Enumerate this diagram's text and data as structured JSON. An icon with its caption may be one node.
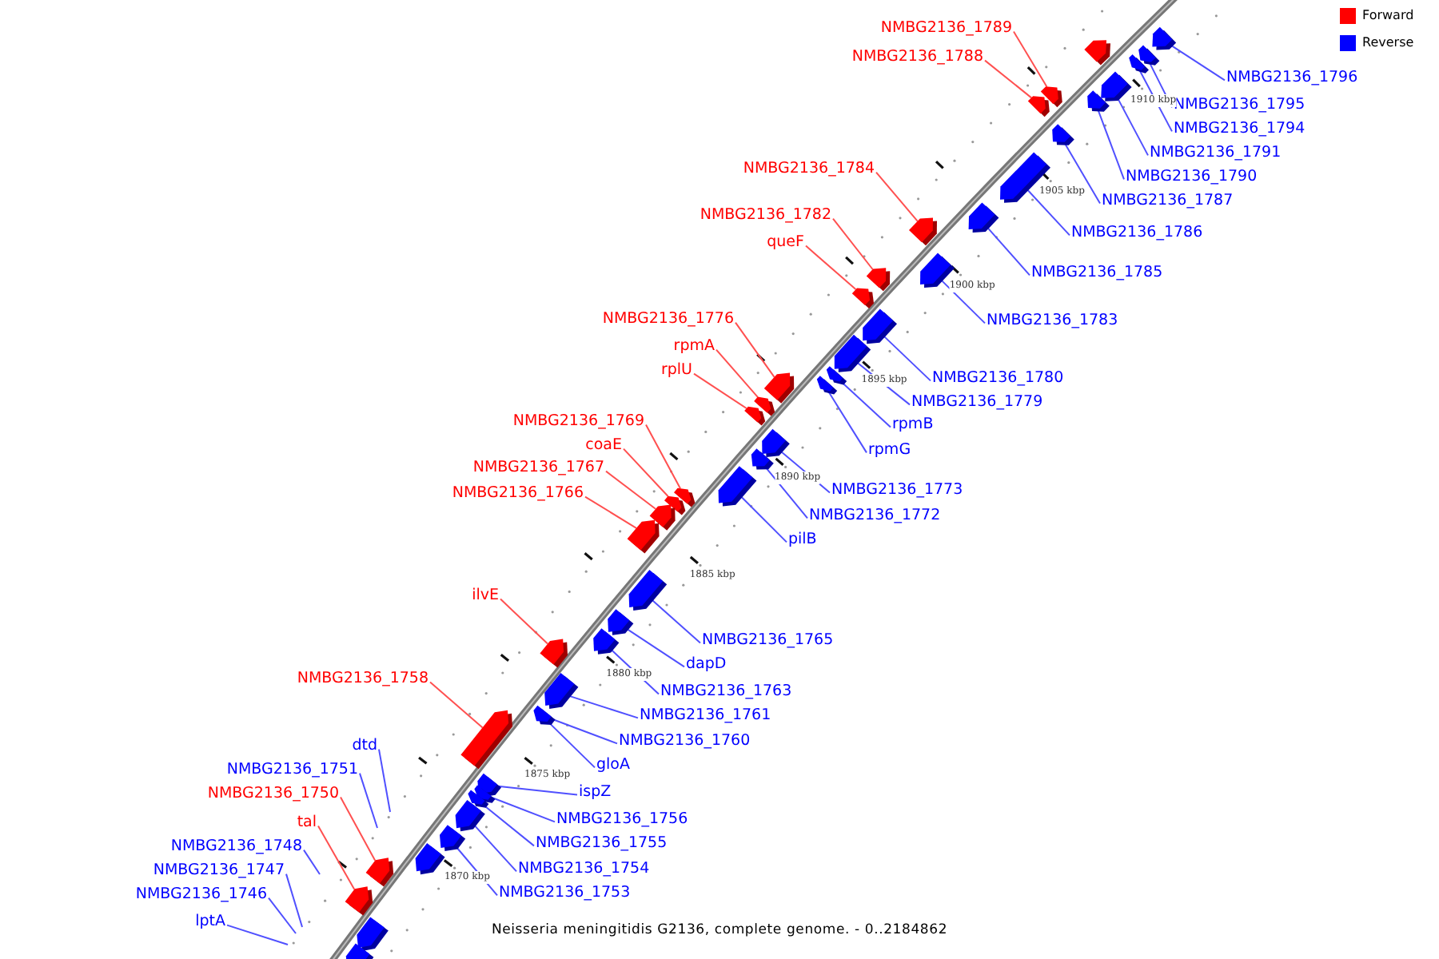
{
  "diagram": {
    "caption": "Neisseria meningitidis G2136, complete genome. - 0..2184862",
    "nodes": [
      {
        "text": [
          "NMBG2136_1789"
        ]
      },
      {
        "text": [
          "NMBG2136_1788"
        ]
      },
      {
        "text": [
          "NMBG2136_1796"
        ]
      },
      {
        "text": [
          "NMBG2136_1795"
        ]
      },
      {
        "text": [
          "NMBG2136_1794"
        ]
      },
      {
        "text": [
          "NMBG2136_1791"
        ]
      },
      {
        "text": [
          "NMBG2136_1784"
        ]
      },
      {
        "text": [
          "NMBG2136_1790"
        ]
      },
      {
        "text": [
          "NMBG2136_1787"
        ]
      },
      {
        "text": [
          "NMBG2136_1782"
        ]
      },
      {
        "text": [
          "NMBG2136_1786"
        ]
      },
      {
        "text": [
          "queF"
        ]
      },
      {
        "text": [
          "NMBG2136_1785"
        ]
      },
      {
        "text": [
          "NMBG2136_1776"
        ]
      },
      {
        "text": [
          "NMBG2136_1783"
        ]
      },
      {
        "text": [
          "rpmA"
        ]
      },
      {
        "text": [
          "rplU"
        ]
      },
      {
        "text": [
          "NMBG2136_1780"
        ]
      },
      {
        "text": [
          "NMBG2136_1779"
        ]
      },
      {
        "text": [
          "NMBG2136_1769"
        ]
      },
      {
        "text": [
          "rpmB"
        ]
      },
      {
        "text": [
          "coaE"
        ]
      },
      {
        "text": [
          "rpmG"
        ]
      },
      {
        "text": [
          "NMBG2136_1767"
        ]
      },
      {
        "text": [
          "NMBG2136_1773"
        ]
      },
      {
        "text": [
          "NMBG2136_1766"
        ]
      },
      {
        "text": [
          "NMBG2136_1772"
        ]
      },
      {
        "text": [
          "pilB"
        ]
      },
      {
        "text": [
          "ilvE"
        ]
      },
      {
        "text": [
          "NMBG2136_1765"
        ]
      },
      {
        "text": [
          "dapD"
        ]
      },
      {
        "text": [
          "NMBG2136_1758"
        ]
      },
      {
        "text": [
          "NMBG2136_1763"
        ]
      },
      {
        "text": [
          "NMBG2136_1761"
        ]
      },
      {
        "text": [
          "NMBG2136_1760"
        ]
      },
      {
        "text": [
          "dtd"
        ]
      },
      {
        "text": [
          "gloA"
        ]
      },
      {
        "text": [
          "NMBG2136_1751"
        ]
      },
      {
        "text": [
          "ispZ"
        ]
      },
      {
        "text": [
          "NMBG2136_1750"
        ]
      },
      {
        "text": [
          "NMBG2136_1756"
        ]
      },
      {
        "text": [
          "tal"
        ]
      },
      {
        "text": [
          "NMBG2136_1755"
        ]
      },
      {
        "text": [
          "NMBG2136_1748"
        ]
      },
      {
        "text": [
          "NMBG2136_1754"
        ]
      },
      {
        "text": [
          "NMBG2136_1747"
        ]
      },
      {
        "text": [
          "NMBG2136_1753"
        ]
      },
      {
        "text": [
          "NMBG2136_1746"
        ]
      },
      {
        "text": [
          "lptA"
        ]
      },
      {
        "text": [],
        "shape": "arrow"
      },
      {
        "text": [],
        "shape": "arrow"
      },
      {
        "text": [],
        "shape": "arrow"
      },
      {
        "text": [],
        "shape": "arrow"
      },
      {
        "text": [],
        "shape": "arrow"
      },
      {
        "text": [],
        "shape": "arrow"
      },
      {
        "text": [],
        "shape": "arrow"
      },
      {
        "text": [],
        "shape": "arrow"
      },
      {
        "text": [],
        "shape": "arrow"
      },
      {
        "text": [],
        "shape": "arrow"
      },
      {
        "text": [],
        "shape": "arrow"
      },
      {
        "text": [],
        "shape": "arrow"
      },
      {
        "text": [],
        "shape": "arrow"
      },
      {
        "text": [],
        "shape": "arrow"
      },
      {
        "text": [],
        "shape": "arrow"
      },
      {
        "text": [],
        "shape": "arrow"
      },
      {
        "text": [],
        "shape": "arrow"
      },
      {
        "text": [],
        "shape": "arrow"
      },
      {
        "text": [],
        "shape": "arrow"
      },
      {
        "text": [],
        "shape": "arrow"
      },
      {
        "text": [],
        "shape": "arrow"
      },
      {
        "text": [],
        "shape": "arrow"
      },
      {
        "text": [],
        "shape": "arrow"
      },
      {
        "text": [],
        "shape": "arrow"
      },
      {
        "text": [],
        "shape": "arrow"
      },
      {
        "text": [],
        "shape": "arrow"
      },
      {
        "text": [],
        "shape": "arrow"
      },
      {
        "text": [],
        "shape": "arrow"
      },
      {
        "text": [],
        "shape": "arrow"
      },
      {
        "text": [],
        "shape": "arrow"
      },
      {
        "text": [],
        "shape": "arrow"
      },
      {
        "text": [],
        "shape": "arrow"
      },
      {
        "text": [],
        "shape": "arrow"
      },
      {
        "text": [],
        "shape": "arrow"
      },
      {
        "text": [],
        "shape": "arrow"
      },
      {
        "text": [],
        "shape": "arrow"
      },
      {
        "text": [],
        "shape": "arrow"
      },
      {
        "text": [],
        "shape": "arrow"
      },
      {
        "text": [],
        "shape": "arrow"
      },
      {
        "text": [],
        "shape": "arrow"
      },
      {
        "text": [],
        "shape": "arrow"
      },
      {
        "text": [],
        "shape": "arrow"
      },
      {
        "text": [],
        "shape": "arrow"
      },
      {
        "text": [],
        "shape": "arrow"
      },
      {
        "text": [],
        "shape": "arrow"
      },
      {
        "text": [],
        "shape": "arrow"
      }
    ],
    "edges": [
      {
        "from": 0,
        "to": 54,
        "arrow": "none",
        "color": "#ff5050"
      },
      {
        "from": 1,
        "to": 55,
        "arrow": "none",
        "color": "#ff5050"
      },
      {
        "from": 2,
        "to": 49,
        "arrow": "none"
      },
      {
        "from": 3,
        "to": 51,
        "arrow": "none"
      },
      {
        "from": 4,
        "to": 52,
        "arrow": "none"
      },
      {
        "from": 5,
        "to": 53,
        "arrow": "none"
      },
      {
        "from": 6,
        "to": 60,
        "arrow": "none",
        "color": "#ff5050"
      },
      {
        "from": 7,
        "to": 56,
        "arrow": "none"
      },
      {
        "from": 8,
        "to": 57,
        "arrow": "none"
      },
      {
        "from": 9,
        "to": 62,
        "arrow": "none",
        "color": "#ff5050"
      },
      {
        "from": 10,
        "to": 58,
        "arrow": "none"
      },
      {
        "from": 11,
        "to": 63,
        "arrow": "none",
        "color": "#ff5050"
      },
      {
        "from": 12,
        "to": 59,
        "arrow": "none"
      },
      {
        "from": 13,
        "to": 67,
        "arrow": "none",
        "color": "#ff5050"
      },
      {
        "from": 14,
        "to": 61,
        "arrow": "none"
      },
      {
        "from": 15,
        "to": 69,
        "arrow": "none",
        "color": "#ff5050"
      },
      {
        "from": 16,
        "to": 70,
        "arrow": "none",
        "color": "#ff5050"
      },
      {
        "from": 17,
        "to": 64,
        "arrow": "none"
      },
      {
        "from": 18,
        "to": 65,
        "arrow": "none"
      },
      {
        "from": 19,
        "to": 74,
        "arrow": "none",
        "color": "#ff5050"
      },
      {
        "from": 20,
        "to": 66,
        "arrow": "none"
      },
      {
        "from": 21,
        "to": 75,
        "arrow": "none",
        "color": "#ff5050"
      },
      {
        "from": 22,
        "to": 68,
        "arrow": "none"
      },
      {
        "from": 23,
        "to": 76,
        "arrow": "none",
        "color": "#ff5050"
      },
      {
        "from": 24,
        "to": 71,
        "arrow": "none"
      },
      {
        "from": 25,
        "to": 77,
        "arrow": "none",
        "color": "#ff5050"
      },
      {
        "from": 26,
        "to": 72,
        "arrow": "none"
      },
      {
        "from": 27,
        "to": 73,
        "arrow": "none"
      },
      {
        "from": 28,
        "to": 81,
        "arrow": "none",
        "color": "#ff5050"
      },
      {
        "from": 29,
        "to": 78,
        "arrow": "none"
      },
      {
        "from": 30,
        "to": 79,
        "arrow": "none"
      },
      {
        "from": 31,
        "to": 84,
        "arrow": "none",
        "color": "#ff5050"
      },
      {
        "from": 32,
        "to": 80,
        "arrow": "none"
      },
      {
        "from": 33,
        "to": 82,
        "arrow": "none"
      },
      {
        "from": 34,
        "to": 83,
        "arrow": "none"
      },
      {
        "from": 35,
        "to": null,
        "arrow": "none"
      },
      {
        "from": 36,
        "to": 83,
        "arrow": "none"
      },
      {
        "from": 37,
        "to": null,
        "arrow": "none"
      },
      {
        "from": 38,
        "to": 85,
        "arrow": "none"
      },
      {
        "from": 39,
        "to": 91,
        "arrow": "none",
        "color": "#ff5050"
      },
      {
        "from": 40,
        "to": 86,
        "arrow": "none"
      },
      {
        "from": 41,
        "to": 92,
        "arrow": "none",
        "color": "#ff5050"
      },
      {
        "from": 42,
        "to": 87,
        "arrow": "none"
      },
      {
        "from": 43,
        "to": null,
        "arrow": "none"
      },
      {
        "from": 44,
        "to": 88,
        "arrow": "none"
      },
      {
        "from": 45,
        "to": null,
        "arrow": "none"
      },
      {
        "from": 46,
        "to": 89,
        "arrow": "none"
      },
      {
        "from": 47,
        "to": null,
        "arrow": "none"
      },
      {
        "from": 48,
        "to": null,
        "arrow": "none"
      }
    ],
    "labels": [
      "1910 kbp",
      "1905 kbp",
      "1900 kbp",
      "1895 kbp",
      "1890 kbp",
      "1885 kbp",
      "1880 kbp",
      "1875 kbp",
      "1870 kbp"
    ],
    "legend": [
      {
        "text": "Forward",
        "color": "#ff0000"
      },
      {
        "text": "Reverse",
        "color": "#0000ff"
      }
    ]
  }
}
